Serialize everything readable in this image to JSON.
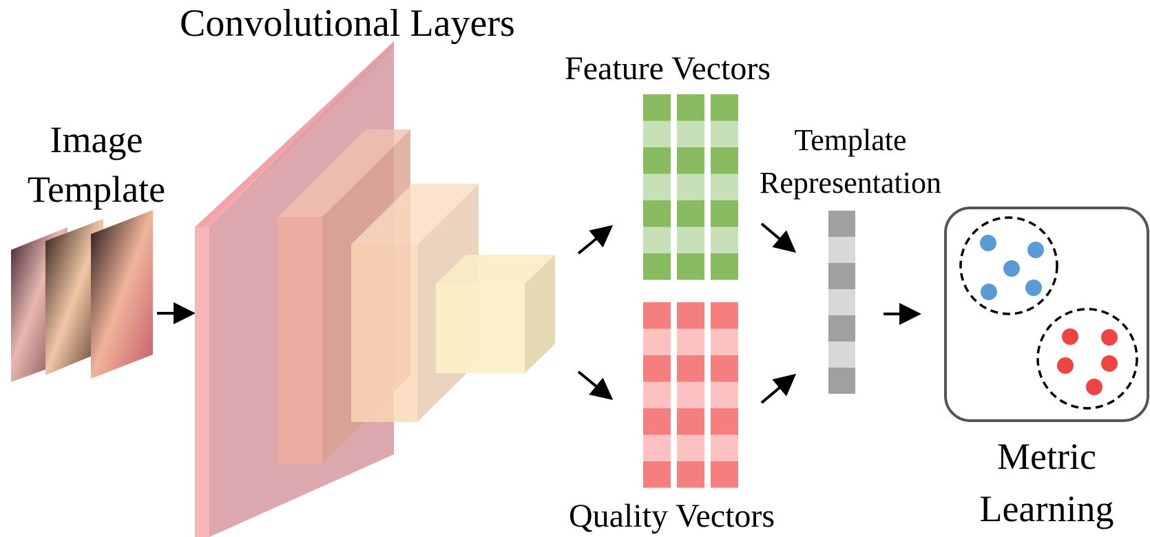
{
  "labels": {
    "conv_layers": "Convolutional Layers",
    "image_template_line1": "Image",
    "image_template_line2": "Template",
    "feature_vectors": "Feature Vectors",
    "quality_vectors": "Quality Vectors",
    "template_representation_line1": "Template",
    "template_representation_line2": "Representation",
    "metric_learning_line1": "Metric",
    "metric_learning_line2": "Learning"
  },
  "colors": {
    "conv_layer_1": "#d9a1a6",
    "conv_layer_2": "#f0b2a4",
    "conv_layer_3": "#f8d7b8",
    "conv_layer_4": "#fbe9c0",
    "feature_dark": "#88bb60",
    "feature_light": "#c8e0b8",
    "quality_dark": "#f57f7f",
    "quality_light": "#fcc1c1",
    "template_dark": "#a0a0a0",
    "template_light": "#d8d8d8",
    "cluster_blue": "#5b9bd5",
    "cluster_red": "#ee4444"
  },
  "image_template": {
    "count": 3
  },
  "feature_vectors": {
    "columns": 3,
    "cells_per_column": 7
  },
  "quality_vectors": {
    "columns": 3,
    "cells_per_column": 7
  },
  "template_representation": {
    "cells": 7
  },
  "metric_learning": {
    "clusters": [
      {
        "name": "blue-cluster",
        "points": 5
      },
      {
        "name": "red-cluster",
        "points": 5
      }
    ]
  }
}
